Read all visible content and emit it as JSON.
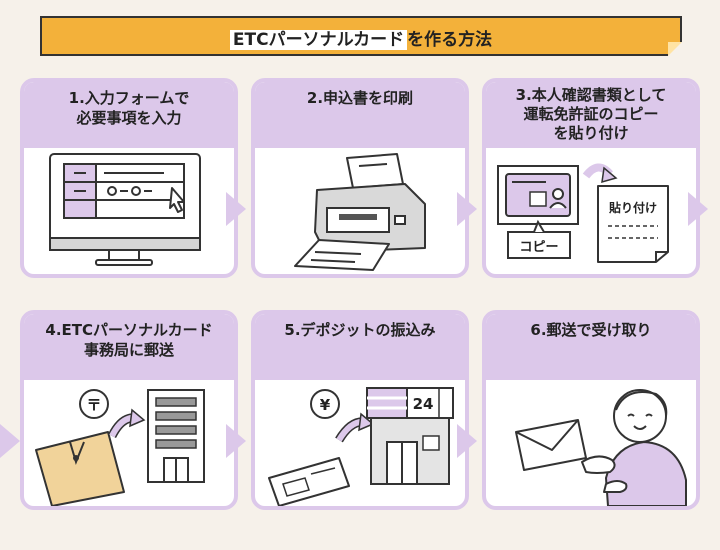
{
  "title": {
    "highlight": "ETCパーソナルカード",
    "rest": "を作る方法"
  },
  "steps": [
    {
      "label": "1.入力フォームで\n必要事項を入力"
    },
    {
      "label": "2.申込書を印刷"
    },
    {
      "label": "3.本人確認書類として\n運転免許証のコピー\nを貼り付け"
    },
    {
      "label": "4.ETCパーソナルカード\n事務局に郵送"
    },
    {
      "label": "5.デポジットの振込み"
    },
    {
      "label": "6.郵送で受け取り"
    }
  ],
  "art_text": {
    "paste": "貼り付け",
    "copy": "コピー",
    "store_number": "24",
    "yen": "¥",
    "post": "〒"
  },
  "colors": {
    "accent": "#f3b13a",
    "card_header": "#dcc8ea",
    "background": "#f6f1ea",
    "person_shirt": "#dcc8ea",
    "envelope": "#f1d39a"
  }
}
